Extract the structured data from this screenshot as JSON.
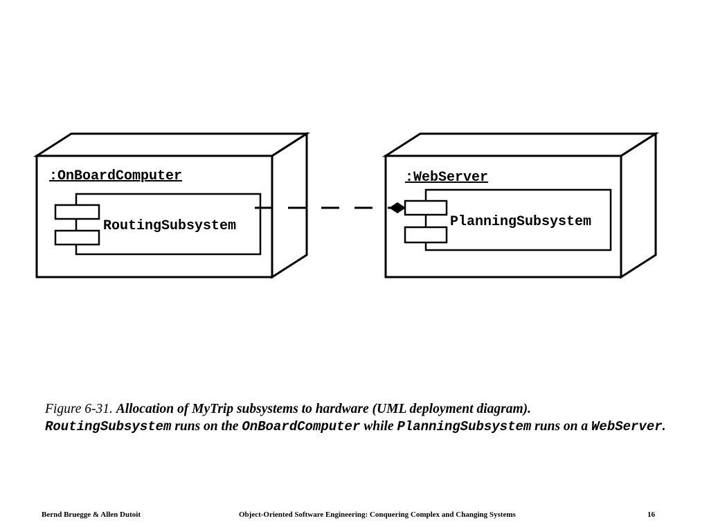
{
  "diagram": {
    "nodes": [
      {
        "label": ":OnBoardComputer",
        "component": "RoutingSubsystem"
      },
      {
        "label": ":WebServer",
        "component": "PlanningSubsystem"
      }
    ],
    "dependency": {
      "from": "RoutingSubsystem",
      "to": "PlanningSubsystem",
      "style": "dashed"
    }
  },
  "caption": {
    "figure_number": "Figure 6-31.",
    "title": "Allocation of MyTrip subsystems to hardware (UML deployment diagram).",
    "routing": "RoutingSubsystem",
    "t1": " runs on the ",
    "onboard": "OnBoardComputer",
    "t2": " while ",
    "planning": "PlanningSubsystem",
    "t3": " runs on a ",
    "webserver": "WebServer",
    "t4": "."
  },
  "footer": {
    "authors": "Bernd Bruegge & Allen Dutoit",
    "book": "Object-Oriented Software Engineering: Conquering Complex and Changing Systems",
    "page": "16"
  }
}
